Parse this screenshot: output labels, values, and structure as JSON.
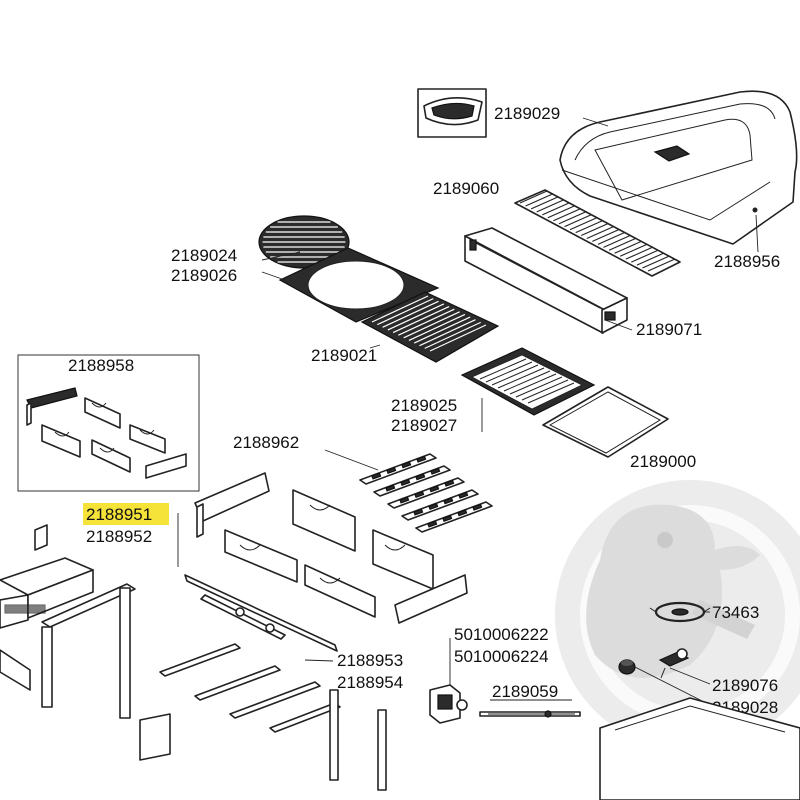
{
  "part_numbers": {
    "lid_handle": "2189029",
    "warming_rack": "2189060",
    "hood": "2188956",
    "round_grate": "2189024",
    "round_grate_frame": "2189026",
    "rack_support": "2189071",
    "cooking_grate": "2189021",
    "griddle": "2189025",
    "griddle_alt": "2189027",
    "side_plate": "2189000",
    "panel_kit": "2188958",
    "flame_tamers": "2188962",
    "firebox_panel": "2188951",
    "firebox_panel_alt": "2188952",
    "cross_bar": "2188953",
    "cross_bar_alt": "2188954",
    "regulator": "5010006222",
    "regulator_alt": "5010006224",
    "rod": "2189059",
    "side_burner_ring": "73463",
    "side_burner": "2189076",
    "side_burner_cap": "2189028"
  },
  "colors": {
    "highlight": "#f5e33a",
    "line": "#222222",
    "watermark": "#e6e6e6"
  }
}
